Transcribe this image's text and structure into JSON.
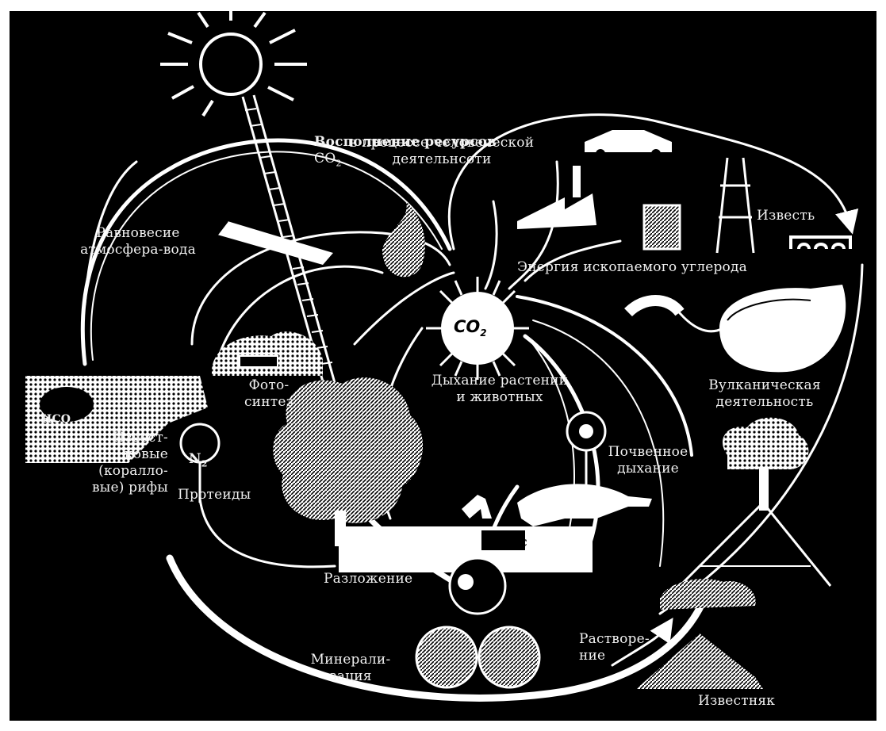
{
  "diagram": {
    "background_color": "#000000",
    "line_color": "#ffffff",
    "labels": {
      "human_bold": "Восполнение ресурсов",
      "human_co2": "CO",
      "human_co2_sub": "2",
      "human_rest": "в процессе человеческой\nдеятельнсоти",
      "balance": "Равновесие\nатмосфера-вода",
      "lime": "Известь",
      "fossil": "Энергия ископаемого углерода",
      "photosynthesis": "Фото-\nсинтез",
      "respiration": "Дыхание растений\nи животных",
      "volcanic": "Вулканическая\nдеятельность",
      "reefs": "Извест-\nковые\n(коралло-\nвые) рифы",
      "proteins": "Протеиды",
      "soil_resp": "Почвенное\nдыхание",
      "humus": "Гумус",
      "decomposition": "Разложение",
      "dissolution": "Растворе-\nние",
      "mineralization": "Минерали-\nзация",
      "limestone": "Известняк",
      "co2_center": "CO",
      "co2_center_sub": "2",
      "n2": "N",
      "n2_sub": "2",
      "h2co3": "H",
      "h2co3_rest": "CO"
    }
  }
}
